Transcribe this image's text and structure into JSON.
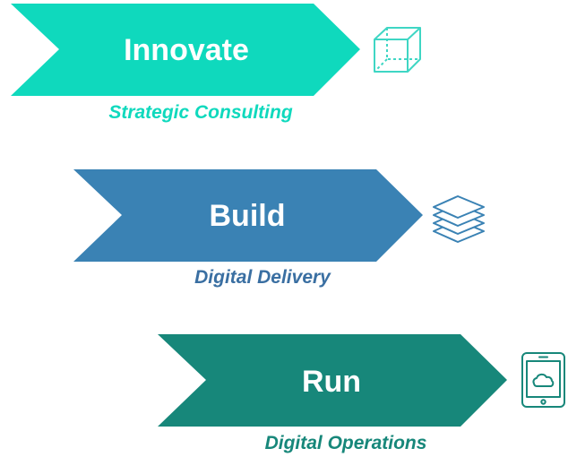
{
  "colors": {
    "innovate": "#0FD9BD",
    "build": "#3A82B4",
    "run": "#17877A"
  },
  "stages": [
    {
      "title": "Innovate",
      "subtitle": "Strategic Consulting",
      "icon": "cube-icon"
    },
    {
      "title": "Build",
      "subtitle": "Digital Delivery",
      "icon": "stacked-layers-icon"
    },
    {
      "title": "Run",
      "subtitle": "Digital Operations",
      "icon": "tablet-cloud-icon"
    }
  ]
}
